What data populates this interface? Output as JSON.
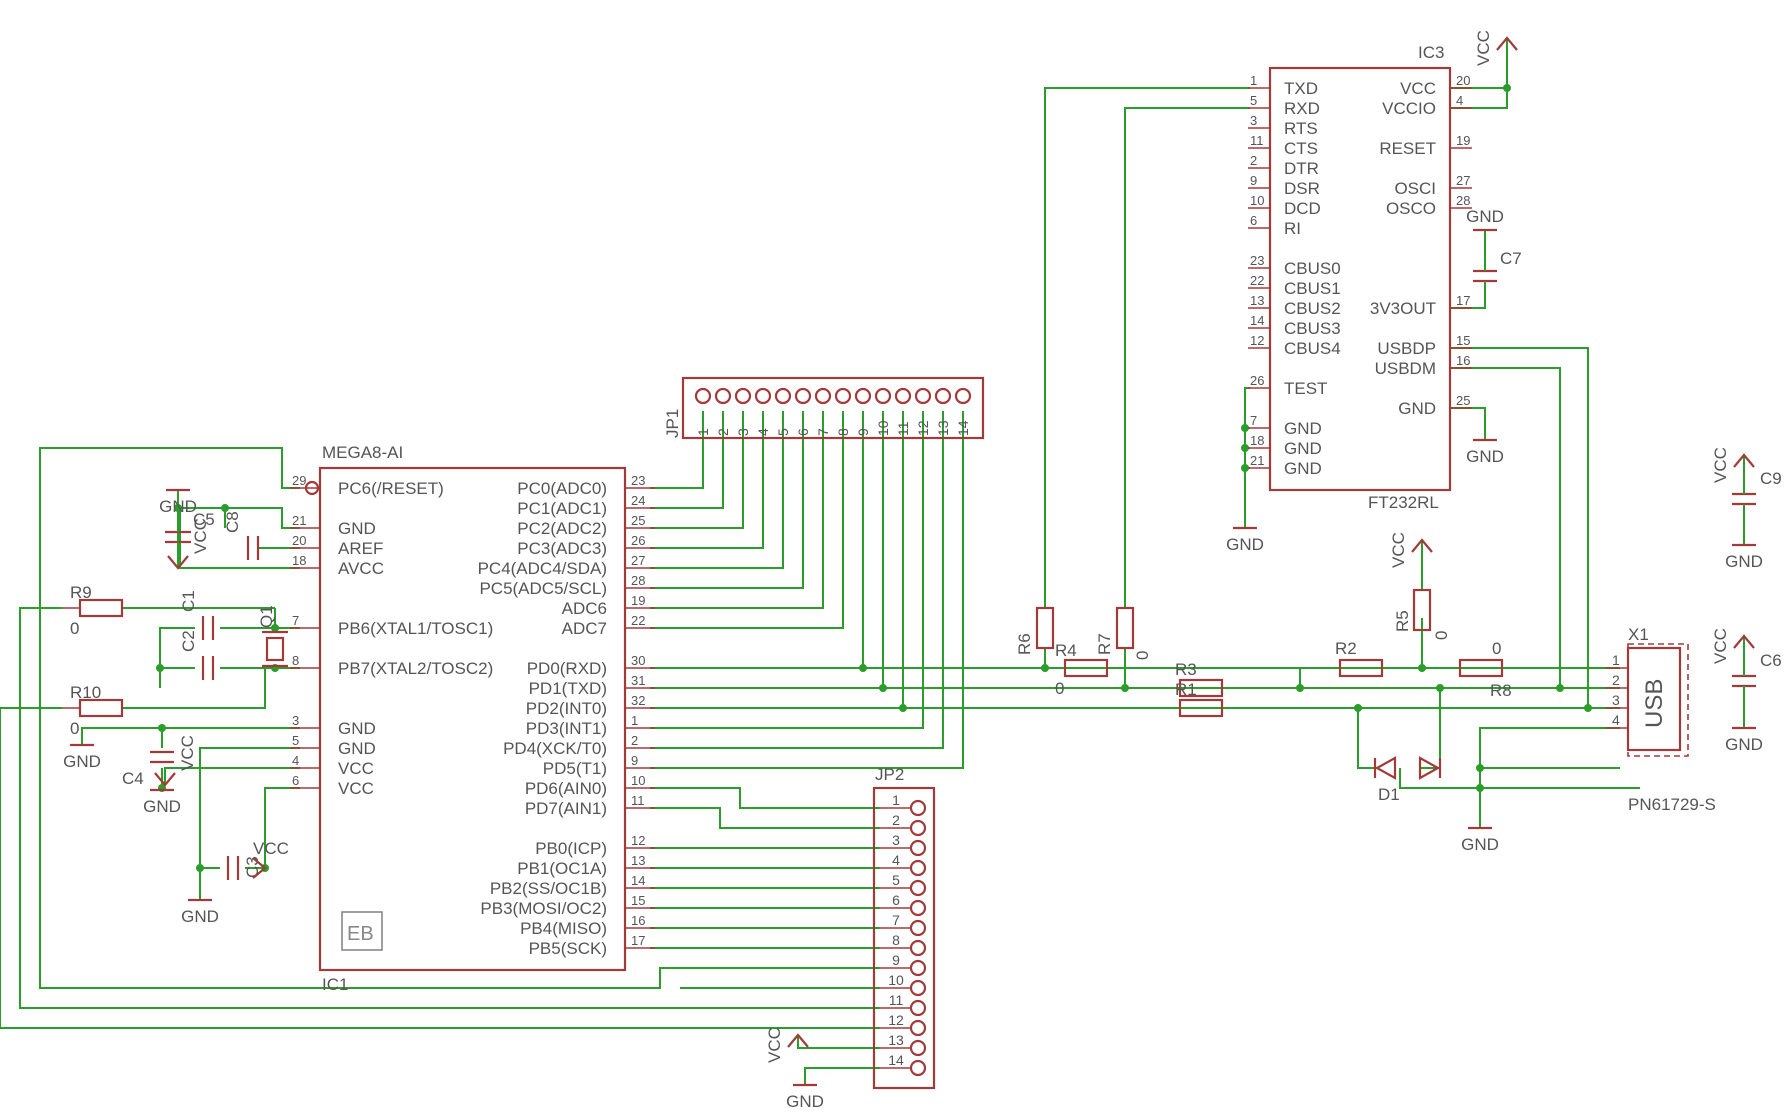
{
  "ic1": {
    "name": "IC1",
    "value": "MEGA8-AI",
    "logo": "EB",
    "left_pins": [
      {
        "num": "29",
        "name": "PC6(/RESET)"
      },
      {
        "num": "21",
        "name": "GND"
      },
      {
        "num": "20",
        "name": "AREF"
      },
      {
        "num": "18",
        "name": "AVCC"
      },
      {
        "num": "7",
        "name": "PB6(XTAL1/TOSC1)"
      },
      {
        "num": "8",
        "name": "PB7(XTAL2/TOSC2)"
      },
      {
        "num": "3",
        "name": "GND"
      },
      {
        "num": "5",
        "name": "GND"
      },
      {
        "num": "4",
        "name": "VCC"
      },
      {
        "num": "6",
        "name": "VCC"
      }
    ],
    "right_pins": [
      {
        "num": "23",
        "name": "PC0(ADC0)"
      },
      {
        "num": "24",
        "name": "PC1(ADC1)"
      },
      {
        "num": "25",
        "name": "PC2(ADC2)"
      },
      {
        "num": "26",
        "name": "PC3(ADC3)"
      },
      {
        "num": "27",
        "name": "PC4(ADC4/SDA)"
      },
      {
        "num": "28",
        "name": "PC5(ADC5/SCL)"
      },
      {
        "num": "19",
        "name": "ADC6"
      },
      {
        "num": "22",
        "name": "ADC7"
      },
      {
        "num": "30",
        "name": "PD0(RXD)"
      },
      {
        "num": "31",
        "name": "PD1(TXD)"
      },
      {
        "num": "32",
        "name": "PD2(INT0)"
      },
      {
        "num": "1",
        "name": "PD3(INT1)"
      },
      {
        "num": "2",
        "name": "PD4(XCK/T0)"
      },
      {
        "num": "9",
        "name": "PD5(T1)"
      },
      {
        "num": "10",
        "name": "PD6(AIN0)"
      },
      {
        "num": "11",
        "name": "PD7(AIN1)"
      },
      {
        "num": "12",
        "name": "PB0(ICP)"
      },
      {
        "num": "13",
        "name": "PB1(OC1A)"
      },
      {
        "num": "14",
        "name": "PB2(SS/OC1B)"
      },
      {
        "num": "15",
        "name": "PB3(MOSI/OC2)"
      },
      {
        "num": "16",
        "name": "PB4(MISO)"
      },
      {
        "num": "17",
        "name": "PB5(SCK)"
      }
    ]
  },
  "ic3": {
    "name": "IC3",
    "value": "FT232RL",
    "left_pins": [
      {
        "num": "1",
        "name": "TXD"
      },
      {
        "num": "5",
        "name": "RXD"
      },
      {
        "num": "3",
        "name": "RTS"
      },
      {
        "num": "11",
        "name": "CTS"
      },
      {
        "num": "2",
        "name": "DTR"
      },
      {
        "num": "9",
        "name": "DSR"
      },
      {
        "num": "10",
        "name": "DCD"
      },
      {
        "num": "6",
        "name": "RI"
      },
      {
        "num": "23",
        "name": "CBUS0"
      },
      {
        "num": "22",
        "name": "CBUS1"
      },
      {
        "num": "13",
        "name": "CBUS2"
      },
      {
        "num": "14",
        "name": "CBUS3"
      },
      {
        "num": "12",
        "name": "CBUS4"
      },
      {
        "num": "26",
        "name": "TEST"
      },
      {
        "num": "7",
        "name": "GND"
      },
      {
        "num": "18",
        "name": "GND"
      },
      {
        "num": "21",
        "name": "GND"
      }
    ],
    "right_pins": [
      {
        "num": "20",
        "name": "VCC"
      },
      {
        "num": "4",
        "name": "VCCIO"
      },
      {
        "num": "19",
        "name": "RESET"
      },
      {
        "num": "27",
        "name": "OSCI"
      },
      {
        "num": "28",
        "name": "OSCO"
      },
      {
        "num": "17",
        "name": "3V3OUT"
      },
      {
        "num": "15",
        "name": "USBDP"
      },
      {
        "num": "16",
        "name": "USBDM"
      },
      {
        "num": "25",
        "name": "GND"
      }
    ]
  },
  "jp1": {
    "name": "JP1",
    "pins": [
      "1",
      "2",
      "3",
      "4",
      "5",
      "6",
      "7",
      "8",
      "9",
      "10",
      "11",
      "12",
      "13",
      "14"
    ]
  },
  "jp2": {
    "name": "JP2",
    "pins": [
      "1",
      "2",
      "3",
      "4",
      "5",
      "6",
      "7",
      "8",
      "9",
      "10",
      "11",
      "12",
      "13",
      "14"
    ]
  },
  "x1": {
    "name": "X1",
    "label": "USB",
    "value": "PN61729-S",
    "pins": [
      "1",
      "2",
      "3",
      "4"
    ]
  },
  "parts": {
    "r1": "R1",
    "r2": "R2",
    "r3": "R3",
    "r4": "R4",
    "r5": "R5",
    "r6": "R6",
    "r7": "R7",
    "r8": "R8",
    "r9": "R9",
    "r10": "R10",
    "c1": "C1",
    "c2": "C2",
    "c3": "C3",
    "c4": "C4",
    "c5": "C5",
    "c6": "C6",
    "c7": "C7",
    "c8": "C8",
    "c9": "C9",
    "q1": "Q1",
    "d1": "D1"
  },
  "values": {
    "zero": "0"
  },
  "supply": {
    "gnd": "GND",
    "vcc": "VCC"
  }
}
